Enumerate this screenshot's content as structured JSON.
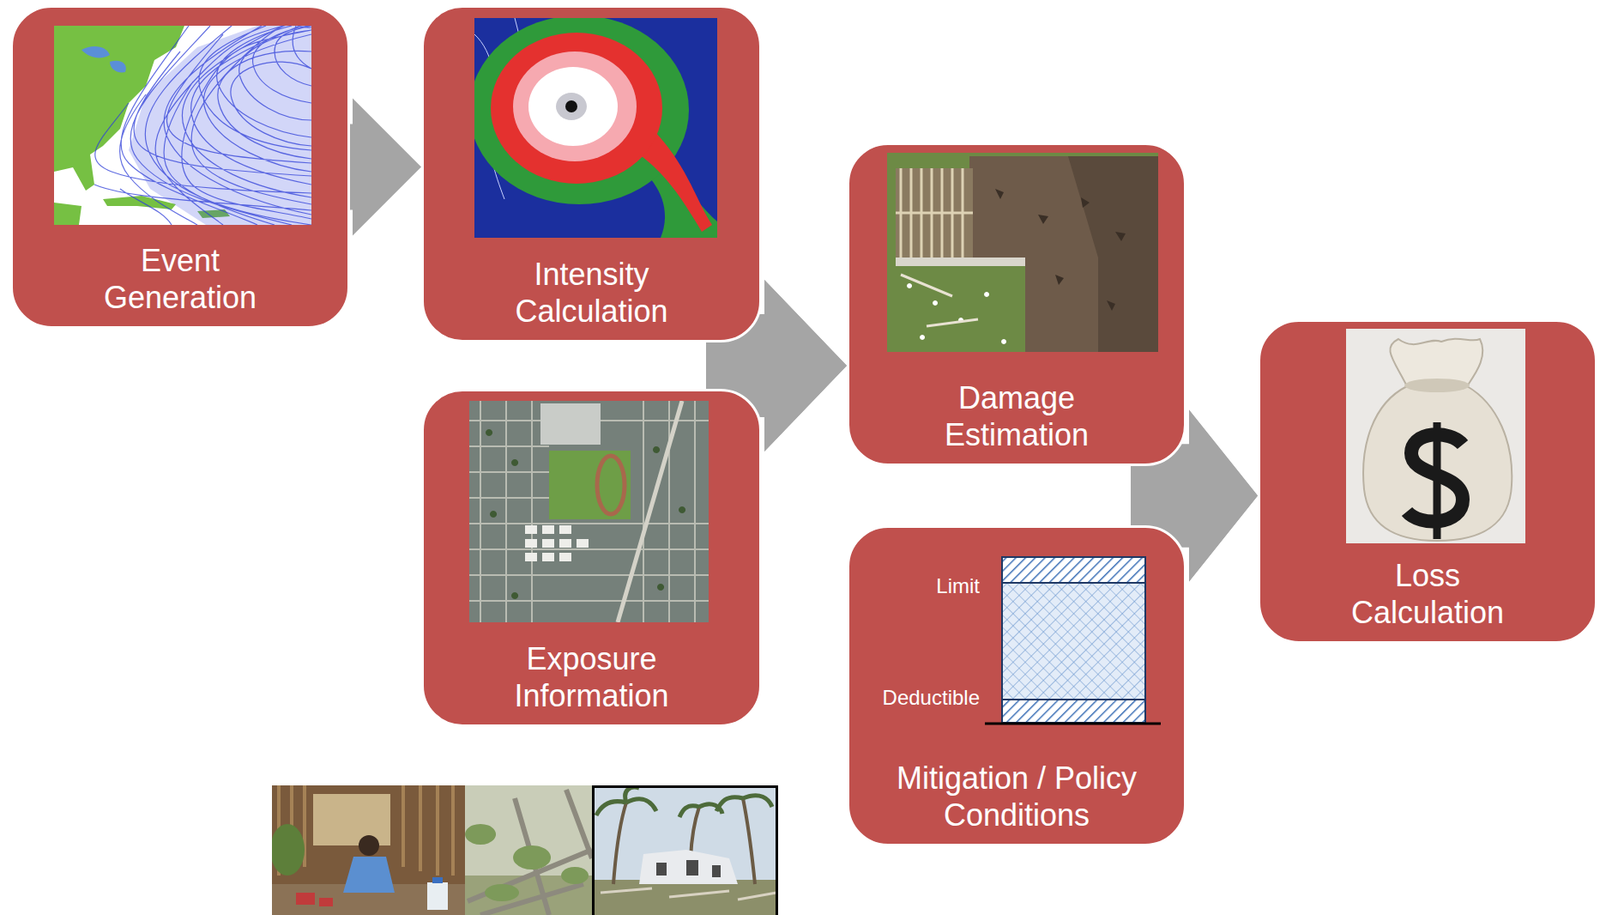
{
  "diagram": {
    "nodes": [
      {
        "text": [
          "Event Generation"
        ]
      },
      {
        "text": [
          "Intensity Calculation"
        ]
      },
      {
        "text": [
          "Exposure Information"
        ]
      },
      {
        "text": [
          "Damage Estimation"
        ]
      },
      {
        "text": [
          "Limit",
          "Deductible",
          "Mitigation / Policy Conditions"
        ]
      },
      {
        "text": [
          "Loss Calculation"
        ]
      }
    ],
    "edges": [
      {
        "from": 0,
        "to": 1,
        "arrow": "to"
      },
      {
        "from": 1,
        "to": 3,
        "arrow": "to"
      },
      {
        "from": 2,
        "to": 3,
        "arrow": "to"
      },
      {
        "from": 3,
        "to": 5,
        "arrow": "to"
      },
      {
        "from": 4,
        "to": 5,
        "arrow": "to"
      }
    ]
  }
}
